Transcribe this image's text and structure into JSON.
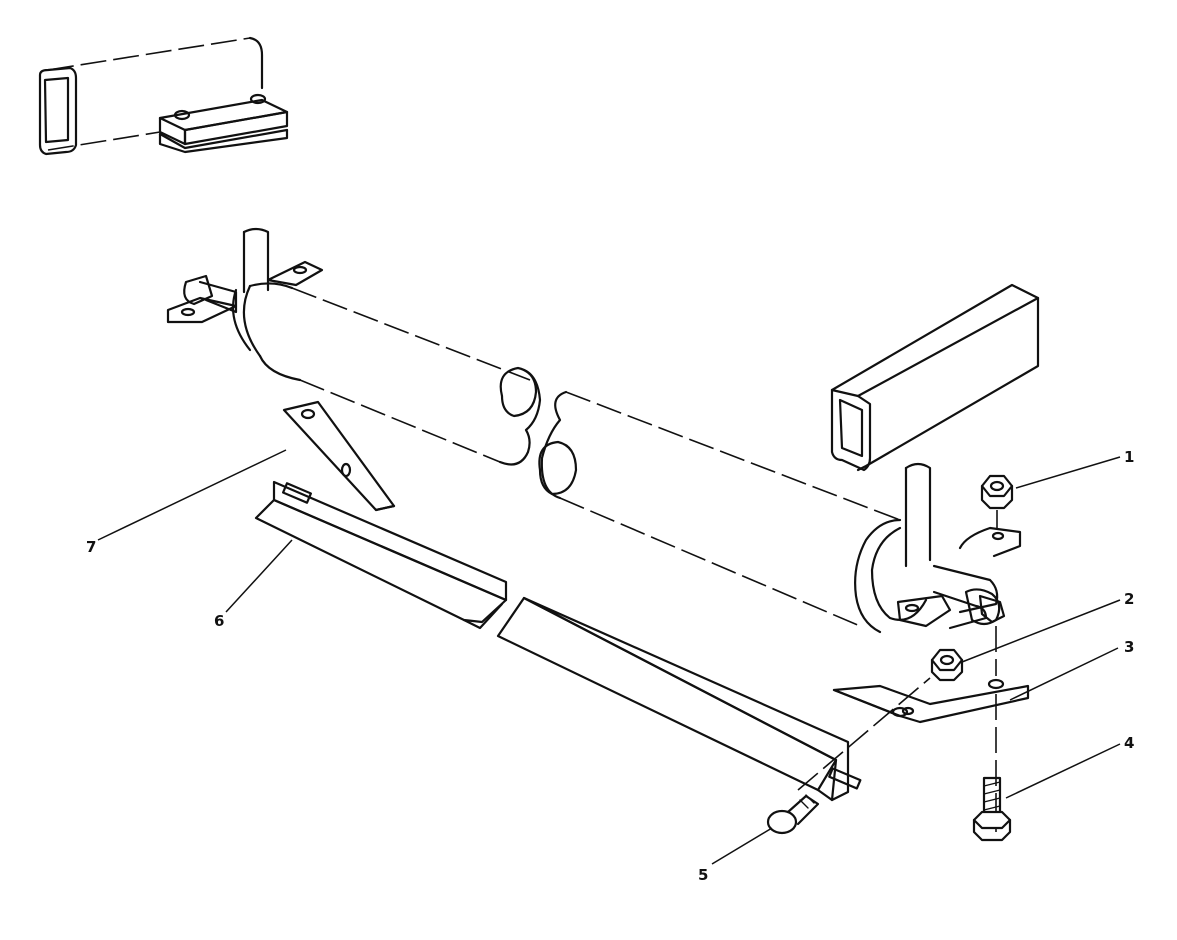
{
  "callouts": [
    {
      "label": "1",
      "part": "nut"
    },
    {
      "label": "2",
      "part": "nut"
    },
    {
      "label": "3",
      "part": "bracket"
    },
    {
      "label": "4",
      "part": "bolt"
    },
    {
      "label": "5",
      "part": "carriage-bolt"
    },
    {
      "label": "6",
      "part": "angle-support"
    },
    {
      "label": "7",
      "part": "bracket"
    }
  ],
  "colors": {
    "ink": "#111111",
    "paper": "#ffffff"
  }
}
